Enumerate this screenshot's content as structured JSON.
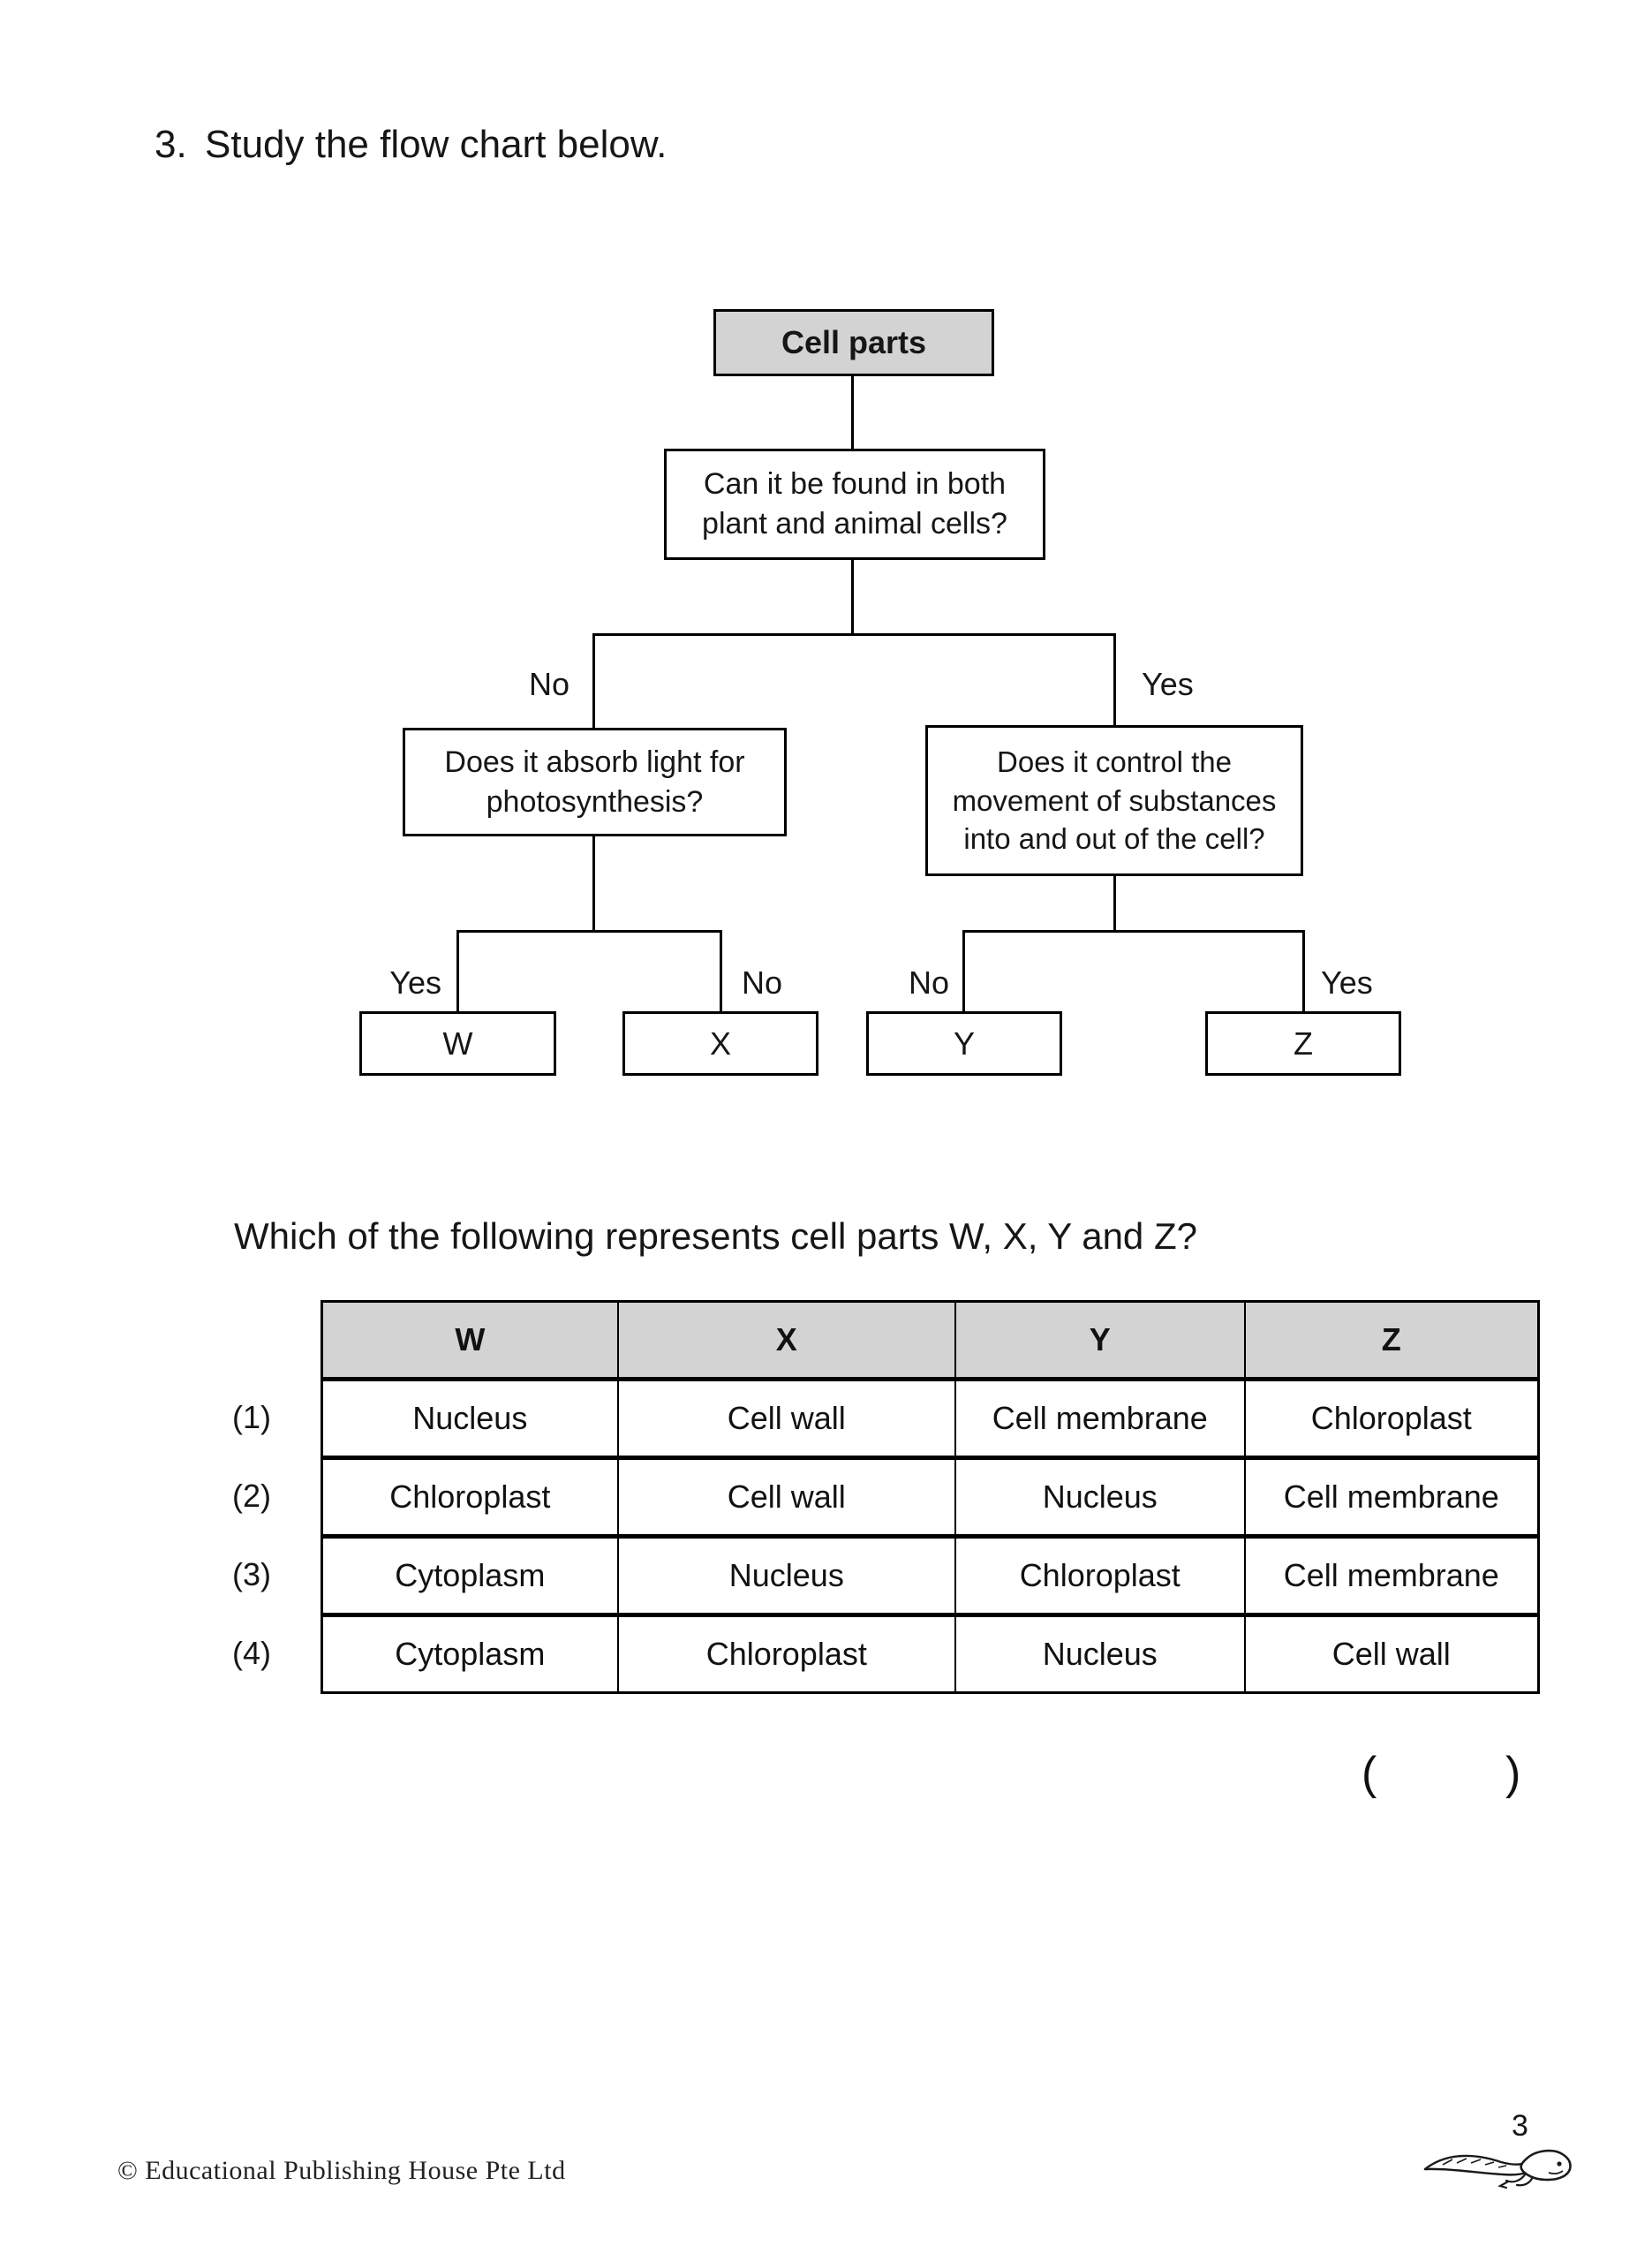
{
  "page": {
    "question_number": "3.",
    "instruction": "Study the flow chart below.",
    "question": "Which of the following represents cell parts W, X, Y and Z?",
    "answer_open": "(",
    "answer_close": ")",
    "page_number": "3",
    "copyright": "© Educational Publishing House Pte Ltd"
  },
  "flowchart": {
    "root_label": "Cell parts",
    "q_both_cells": "Can it be found in both plant and animal cells?",
    "q_absorb_light": "Does it absorb light for photosynthesis?",
    "q_control_movement": "Does it control the movement of substances into and out of the cell?",
    "branch1_no": "No",
    "branch1_yes": "Yes",
    "branch2_yes": "Yes",
    "branch2_no": "No",
    "branch3_no": "No",
    "branch3_yes": "Yes",
    "leaf_w": "W",
    "leaf_x": "X",
    "leaf_y": "Y",
    "leaf_z": "Z"
  },
  "options_table": {
    "headers": [
      "W",
      "X",
      "Y",
      "Z"
    ],
    "rows": [
      {
        "label": "(1)",
        "cells": [
          "Nucleus",
          "Cell wall",
          "Cell membrane",
          "Chloroplast"
        ]
      },
      {
        "label": "(2)",
        "cells": [
          "Chloroplast",
          "Cell wall",
          "Nucleus",
          "Cell membrane"
        ]
      },
      {
        "label": "(3)",
        "cells": [
          "Cytoplasm",
          "Nucleus",
          "Chloroplast",
          "Cell membrane"
        ]
      },
      {
        "label": "(4)",
        "cells": [
          "Cytoplasm",
          "Chloroplast",
          "Nucleus",
          "Cell wall"
        ]
      }
    ]
  },
  "colors": {
    "shaded_box": "#d3d3d3",
    "line": "#000000",
    "page_bg": "#ffffff"
  }
}
